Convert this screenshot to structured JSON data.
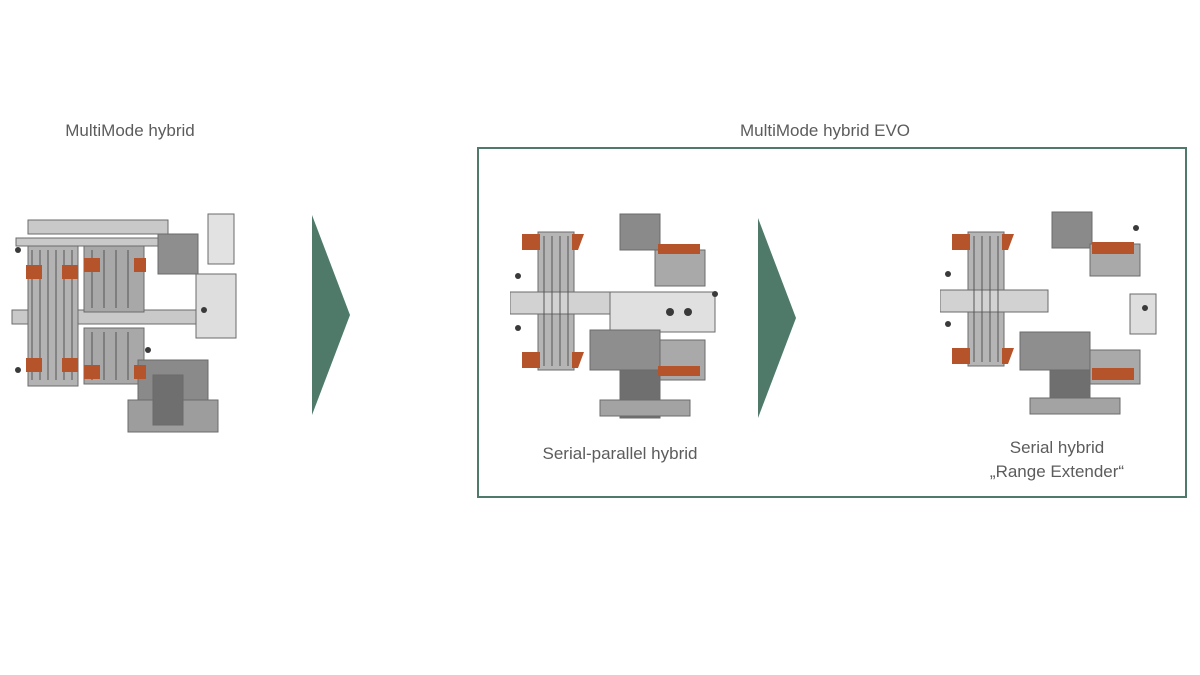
{
  "labels": {
    "multimode_hybrid": "MultiMode hybrid",
    "multimode_hybrid_evo": "MultiMode hybrid EVO",
    "serial_parallel": "Serial-parallel hybrid",
    "serial_hybrid_line1": "Serial hybrid",
    "serial_hybrid_line2": "„Range Extender“"
  },
  "colors": {
    "arrow": "#4f7a6a",
    "box_border": "#4f7a6a",
    "copper": "#b5532a",
    "steel_light": "#c9c9c9",
    "steel_mid": "#9a9a9a",
    "steel_dark": "#6b6b6b"
  }
}
